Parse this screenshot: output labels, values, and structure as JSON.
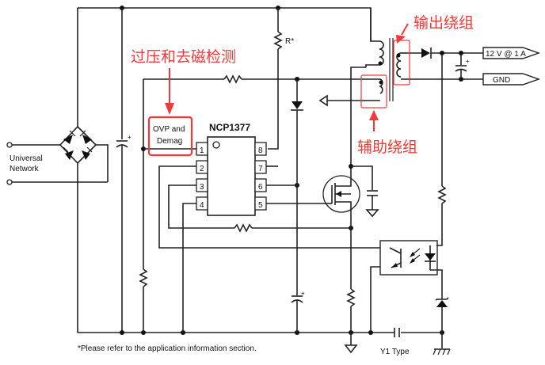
{
  "diagram": {
    "ic": {
      "name": "NCP1377",
      "pins_left": [
        "1",
        "2",
        "3",
        "4"
      ],
      "pins_right": [
        "8",
        "7",
        "6",
        "5"
      ]
    },
    "labels": {
      "input": "Universal\nNetwork",
      "input_line1": "Universal",
      "input_line2": "Network",
      "r_star": "R*",
      "ovp_line1": "OVP and",
      "ovp_line2": "Demag",
      "output_12v": "12 V @ 1 A",
      "output_gnd": "GND",
      "y1_cap": "Y1 Type",
      "footnote": "*Please refer to the application information section."
    },
    "annotations": {
      "ovp_demag_cn": "过压和去磁检测",
      "output_winding_cn": "输出绕组",
      "aux_winding_cn": "辅助绕组",
      "color": "#f03a3a"
    }
  }
}
